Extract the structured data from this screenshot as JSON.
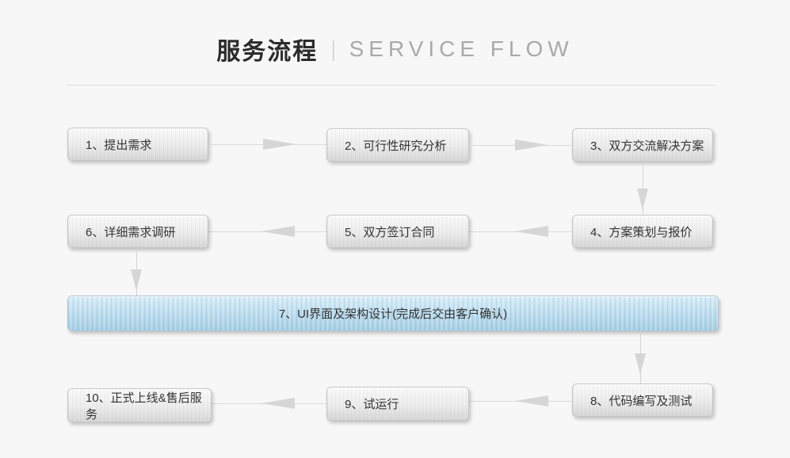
{
  "header": {
    "title_zh": "服务流程",
    "divider": "|",
    "title_en": "SERVICE FLOW"
  },
  "steps": [
    {
      "label": "1、提出需求"
    },
    {
      "label": "2、可行性研究分析"
    },
    {
      "label": "3、双方交流解决方案"
    },
    {
      "label": "4、方案策划与报价"
    },
    {
      "label": "5、双方签订合同"
    },
    {
      "label": "6、详细需求调研"
    },
    {
      "label": "7、UI界面及架构设计(完成后交由客户确认)"
    },
    {
      "label": "8、代码编写及测试"
    },
    {
      "label": "9、试运行"
    },
    {
      "label": "10、正式上线&售后服务"
    }
  ],
  "colors": {
    "page_background": "#f7f7f7",
    "metal_box": "#e8e8e8",
    "highlight_box": "#b7d9ea",
    "arrow": "#d6d6d6",
    "title_zh": "#2b2b2b",
    "title_en": "#a9a9a9"
  }
}
